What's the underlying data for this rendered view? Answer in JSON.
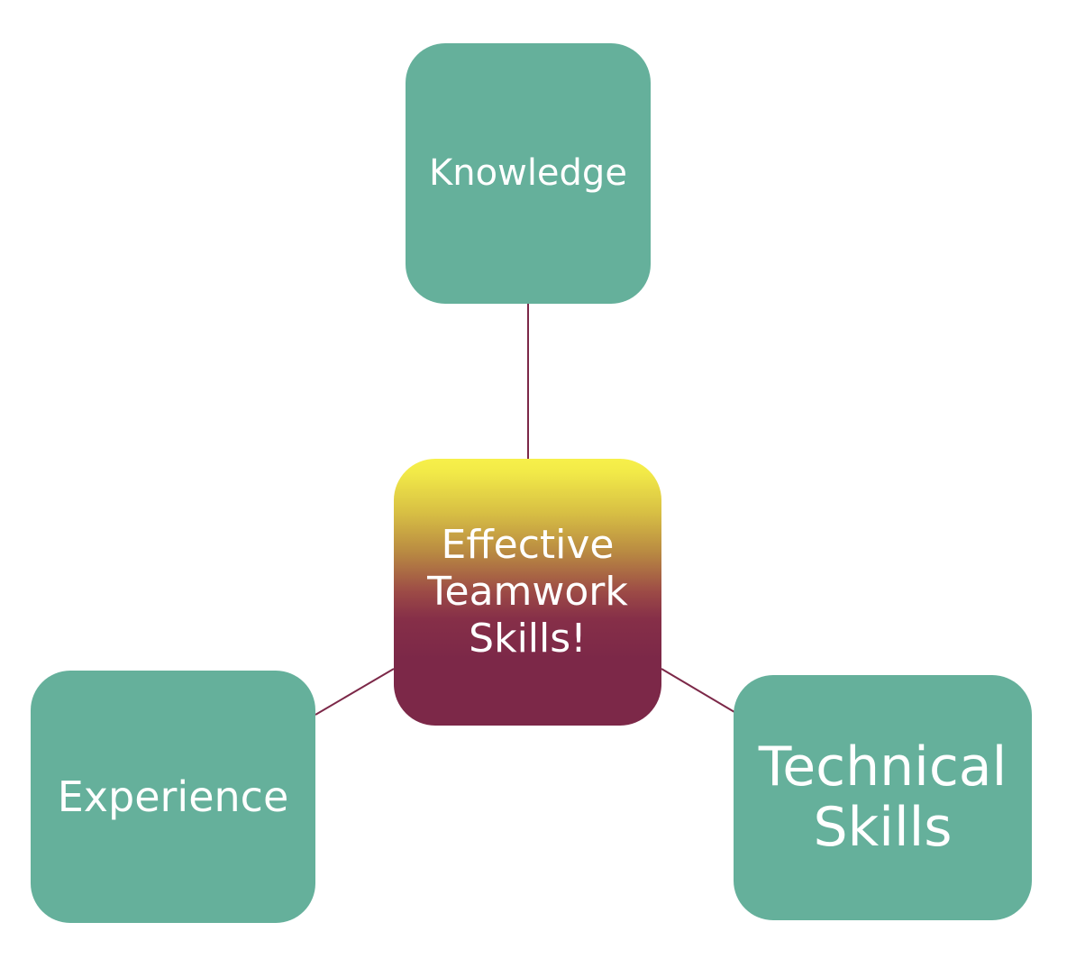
{
  "diagram": {
    "center": {
      "label_line1": "Effective",
      "label_line2": "Teamwork",
      "label_line3": "Skills!"
    },
    "nodes": {
      "knowledge": {
        "label": "Knowledge"
      },
      "experience": {
        "label": "Experience"
      },
      "technical": {
        "label_line1": "Technical",
        "label_line2": "Skills"
      }
    },
    "colors": {
      "outer_node": "#65b09b",
      "center_top": "#f7f04a",
      "center_bottom": "#7c2848",
      "connector": "#7c2848",
      "text": "#ffffff"
    }
  }
}
